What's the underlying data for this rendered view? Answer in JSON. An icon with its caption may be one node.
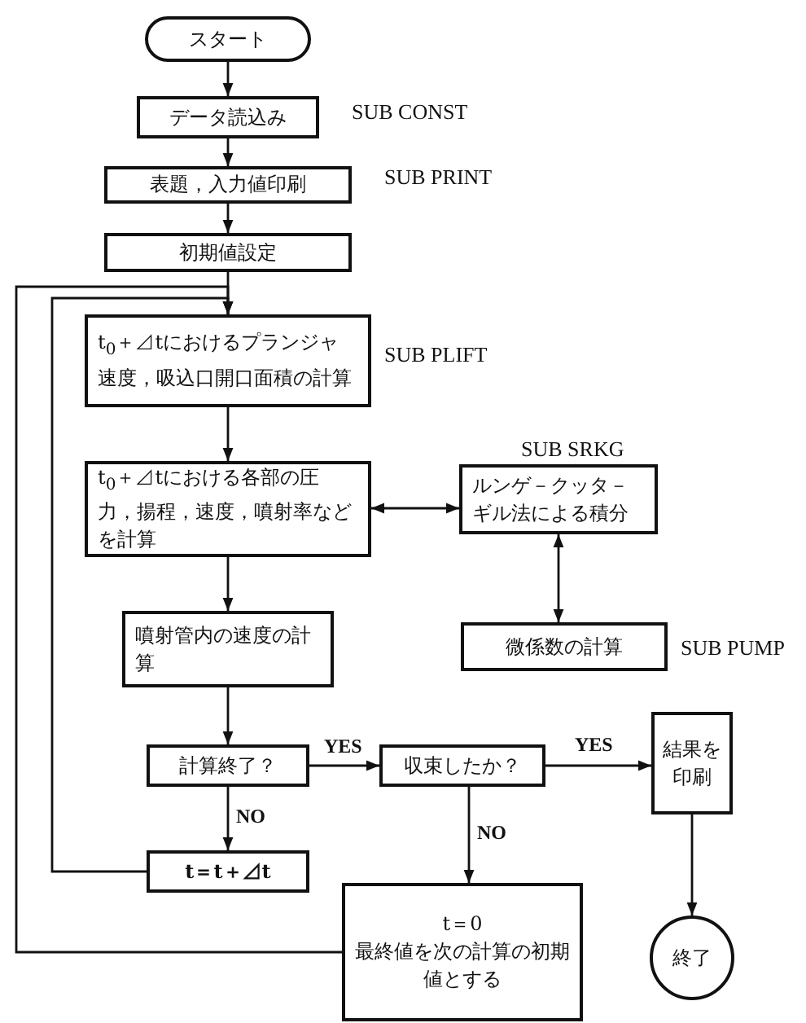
{
  "diagram": {
    "nodes": [
      {
        "text": [
          "スタート"
        ]
      },
      {
        "text": [
          "データ読込み"
        ],
        "beside": [
          "SUB CONST"
        ]
      },
      {
        "text": [
          "表題，入力値印刷"
        ],
        "beside": [
          "SUB PRINT"
        ]
      },
      {
        "text": [
          "初期値設定"
        ]
      },
      {
        "text": [
          "t$_{0}$＋⊿tにおけるプランジャ速度，吸込口開口面積の計算"
        ],
        "beside": [
          "SUB PLIFT"
        ]
      },
      {
        "text": [
          "t$_{0}$＋⊿tにおける各部の圧力，揚程，速度，噴射率などを計算"
        ]
      },
      {
        "text": [
          "ルンゲ－クッタ－ギル法による積分"
        ],
        "beside": [
          "SUB SRKG"
        ]
      },
      {
        "text": [
          "微係数の計算"
        ],
        "beside": [
          "SUB PUMP"
        ]
      },
      {
        "text": [
          "噴射管内の速度の計算"
        ]
      },
      {
        "text": [
          "計算終了？"
        ]
      },
      {
        "text": [
          "収束したか？"
        ]
      },
      {
        "text": [
          "結果を印刷"
        ]
      },
      {
        "text": [
          "t＝t＋⊿t"
        ]
      },
      {
        "text": [
          "t＝0",
          "最終値を次の計算の初期値とする"
        ]
      },
      {
        "text": [
          "終了"
        ]
      }
    ],
    "edges": [
      {
        "from": 0,
        "to": 1,
        "arrow": "to"
      },
      {
        "from": 1,
        "to": 2,
        "arrow": "to"
      },
      {
        "from": 2,
        "to": 3,
        "arrow": "to"
      },
      {
        "from": 3,
        "to": 4,
        "arrow": "to"
      },
      {
        "from": 4,
        "to": 5,
        "arrow": "to"
      },
      {
        "from": 5,
        "to": 6,
        "arrow": "both"
      },
      {
        "from": 6,
        "to": 7,
        "arrow": "both"
      },
      {
        "from": 5,
        "to": 8,
        "arrow": "to"
      },
      {
        "from": 8,
        "to": 9,
        "arrow": "to"
      },
      {
        "from": 9,
        "to": 10,
        "arrow": "to",
        "label": "YES"
      },
      {
        "from": 10,
        "to": 11,
        "arrow": "to",
        "label": "YES"
      },
      {
        "from": 9,
        "to": 12,
        "arrow": "to",
        "label": "NO"
      },
      {
        "from": 10,
        "to": 13,
        "arrow": "to",
        "label": "NO"
      },
      {
        "from": 11,
        "to": 14,
        "arrow": "to"
      },
      {
        "from": 12,
        "to": 4,
        "arrow": "to"
      },
      {
        "from": 13,
        "to": 4,
        "arrow": "to"
      }
    ]
  }
}
